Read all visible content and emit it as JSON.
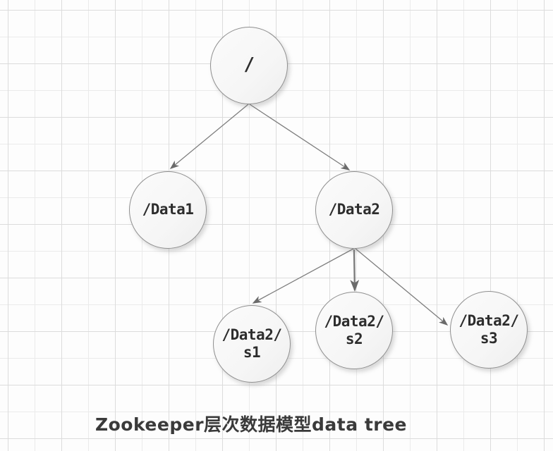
{
  "diagram": {
    "caption": "Zookeeper层次数据模型data tree",
    "nodes": [
      {
        "id": "root",
        "label": "/"
      },
      {
        "id": "data1",
        "label": "/Data1"
      },
      {
        "id": "data2",
        "label": "/Data2"
      },
      {
        "id": "data2-s1",
        "label": "/Data2/\ns1"
      },
      {
        "id": "data2-s2",
        "label": "/Data2/\ns2"
      },
      {
        "id": "data2-s3",
        "label": "/Data2/\ns3"
      }
    ],
    "edges": [
      {
        "from": "root",
        "to": "data1"
      },
      {
        "from": "root",
        "to": "data2"
      },
      {
        "from": "data2",
        "to": "data2-s1"
      },
      {
        "from": "data2",
        "to": "data2-s2"
      },
      {
        "from": "data2",
        "to": "data2-s3"
      }
    ],
    "colors": {
      "background": "#fdfdfd",
      "grid_line": "#e3e3e3",
      "node_fill": "#f6f6f6",
      "node_border": "#8f8f8f",
      "node_text": "#2d2d2d",
      "edge_line": "#7d7d7d",
      "arrowhead": "#6b6b6b",
      "caption_text": "#3a3a3a"
    }
  }
}
